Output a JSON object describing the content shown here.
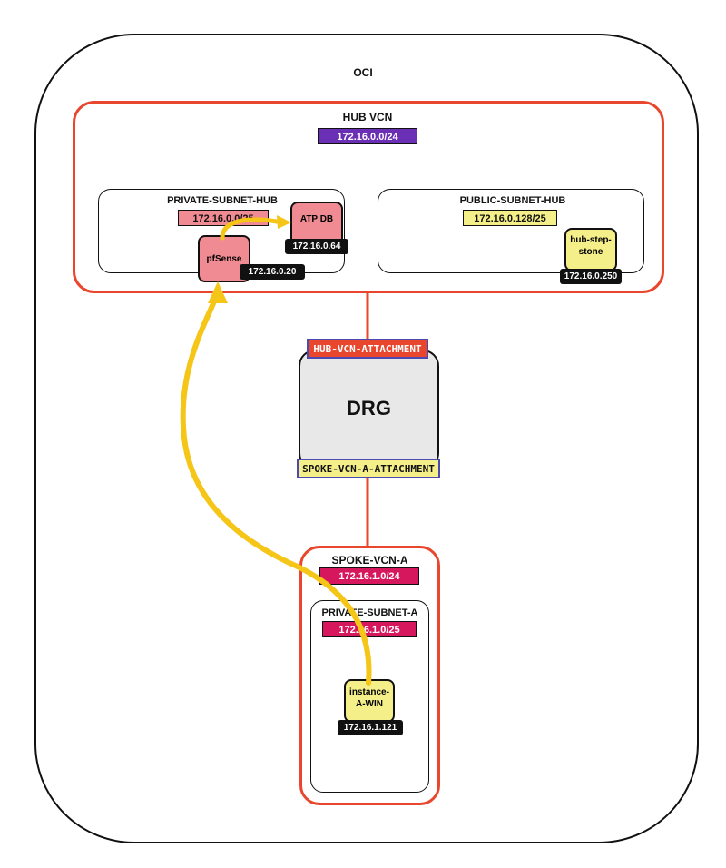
{
  "cloud": {
    "label": "OCI"
  },
  "hub_vcn": {
    "label": "HUB VCN",
    "cidr": "172.16.0.0/24",
    "private_subnet": {
      "label": "PRIVATE-SUBNET-HUB",
      "cidr": "172.16.0.0/25",
      "atp": {
        "label": "ATP DB",
        "ip": "172.16.0.64"
      },
      "pfsense": {
        "label": "pfSense",
        "ip": "172.16.0.20"
      }
    },
    "public_subnet": {
      "label": "PUBLIC-SUBNET-HUB",
      "cidr": "172.16.0.128/25",
      "stepstone": {
        "label": "hub-step-stone",
        "ip": "172.16.0.250"
      }
    }
  },
  "drg": {
    "label": "DRG",
    "hub_attachment": "HUB-VCN-ATTACHMENT",
    "spoke_attachment": "SPOKE-VCN-A-ATTACHMENT"
  },
  "spoke_vcn": {
    "label": "SPOKE-VCN-A",
    "cidr": "172.16.1.0/24",
    "private_subnet": {
      "label": "PRIVATE-SUBNET-A",
      "cidr": "172.16.1.0/25",
      "instance": {
        "label": "instance-A-WIN",
        "ip": "172.16.1.121"
      }
    }
  },
  "colors": {
    "vcn_border": "#e8472e",
    "hub_cidr": "#6a2fb5",
    "spoke_cidr": "#d6175e",
    "pink_node": "#f08a93",
    "yellow_node": "#f5ef8a",
    "traffic_arrow": "#f5c518",
    "attachment_border": "#4a4ab0"
  }
}
